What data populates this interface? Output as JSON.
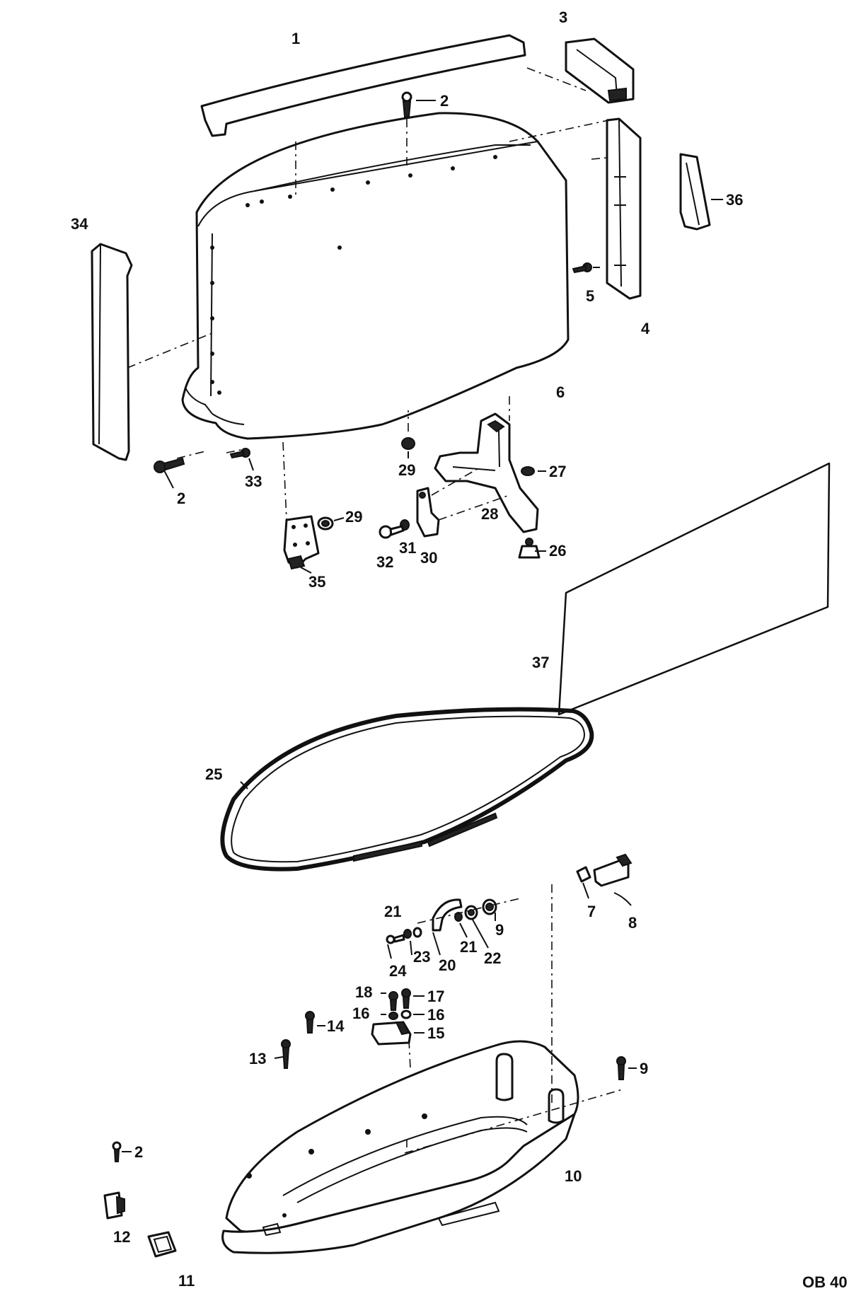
{
  "drawing_code": "OB 40",
  "callouts": {
    "c1": "1",
    "c2a": "2",
    "c2b": "2",
    "c2c": "2",
    "c3": "3",
    "c4": "4",
    "c5": "5",
    "c6": "6",
    "c7": "7",
    "c8": "8",
    "c9a": "9",
    "c9b": "9",
    "c10": "10",
    "c11": "11",
    "c12": "12",
    "c13": "13",
    "c14": "14",
    "c15": "15",
    "c16a": "16",
    "c16b": "16",
    "c17": "17",
    "c18": "18",
    "c20": "20",
    "c21a": "21",
    "c21b": "21",
    "c22": "22",
    "c23": "23",
    "c24": "24",
    "c25": "25",
    "c26": "26",
    "c27": "27",
    "c28": "28",
    "c29a": "29",
    "c29b": "29",
    "c30": "30",
    "c31": "31",
    "c32": "32",
    "c33": "33",
    "c34": "34",
    "c35": "35",
    "c36": "36",
    "c37": "37"
  }
}
